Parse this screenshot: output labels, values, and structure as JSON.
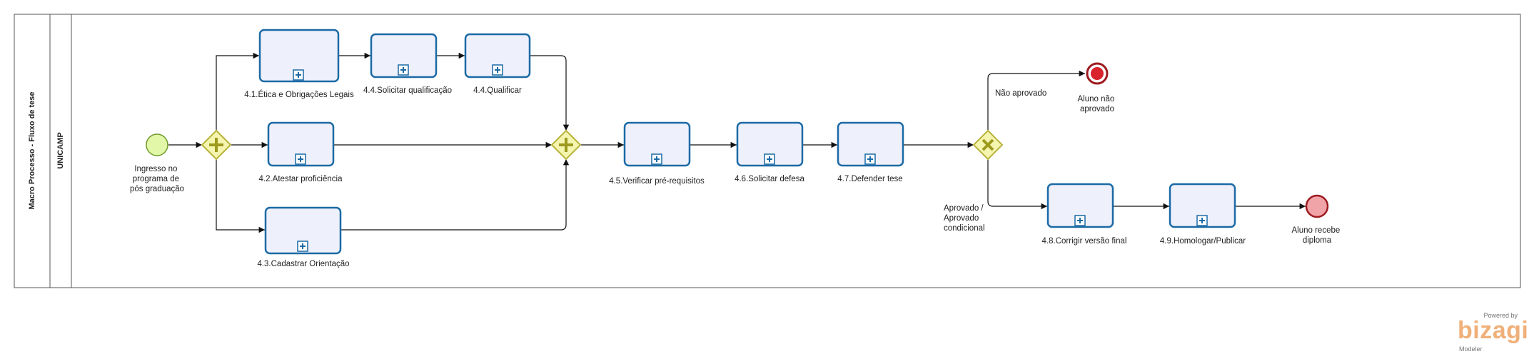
{
  "pool": {
    "title": "Macro Processo - Fluxo de tese",
    "lane": "UNICAMP"
  },
  "tasks": [
    {
      "id": "t41",
      "label": "4.1.Ética e Obrigações Legais"
    },
    {
      "id": "t44s",
      "label": "4.4.Solicitar qualificação"
    },
    {
      "id": "t44q",
      "label": "4.4.Qualificar"
    },
    {
      "id": "t42",
      "label": "4.2.Atestar proficiência"
    },
    {
      "id": "t43",
      "label": "4.3.Cadastrar Orientação"
    },
    {
      "id": "t45",
      "label": "4.5.Verificar pré-requisitos"
    },
    {
      "id": "t46",
      "label": "4.6.Solicitar defesa"
    },
    {
      "id": "t47",
      "label": "4.7.Defender tese"
    },
    {
      "id": "t48",
      "label": "4.8.Corrigir versão final"
    },
    {
      "id": "t49",
      "label": "4.9.Homologar/Publicar"
    }
  ],
  "events": {
    "start": [
      "Ingresso no",
      "programa de",
      "pós graduação"
    ],
    "end_fail": [
      "Aluno não",
      "aprovado"
    ],
    "end_success": [
      "Aluno recebe",
      "diploma"
    ]
  },
  "flows": {
    "not_approved": "Não aprovado",
    "approved": [
      "Aprovado /",
      "Aprovado",
      "condicional"
    ]
  },
  "branding": {
    "powered": "Powered by",
    "brand": "bizagi",
    "product": "Modeler"
  },
  "colors": {
    "task_fill": "#eef0fb",
    "task_stroke": "#1b6aa5",
    "gateway_fill": "#f5f5b0",
    "gateway_stroke": "#b7b33a",
    "start_fill": "#e3f7a9",
    "start_stroke": "#6e9c2a",
    "end_fail_fill": "#d9232d",
    "end_success_fill": "#f1a4a8",
    "end_stroke": "#9c1b20",
    "logo": "#f0b07a"
  }
}
